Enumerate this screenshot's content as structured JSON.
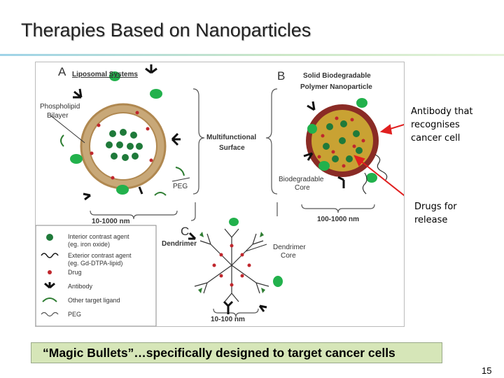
{
  "slide": {
    "title": "Therapies Based on Nanoparticles",
    "page_number": "15"
  },
  "figure": {
    "panel_a": {
      "letter": "A",
      "heading": "Liposomal Systems",
      "phospholipid": "Phospholipid",
      "bilayer": "Bilayer",
      "peg": "PEG",
      "size": "10-1000 nm"
    },
    "center": {
      "line1": "Multifunctional",
      "line2": "Surface"
    },
    "panel_b": {
      "letter": "B",
      "heading1": "Solid Biodegradable",
      "heading2": "Polymer Nanoparticle",
      "core1": "Biodegradable",
      "core2": "Core",
      "size": "100-1000 nm"
    },
    "panel_c": {
      "letter": "C",
      "heading": "Dendrimer",
      "core1": "Dendrimer",
      "core2": "Core",
      "size": "10-100 nm"
    },
    "legend": [
      {
        "icon": "green-dot-icon",
        "line1": "Interior contrast agent",
        "line2": "(eg. iron oxide)"
      },
      {
        "icon": "squiggle-icon",
        "line1": "Exterior contrast agent",
        "line2": "(eg. Gd-DTPA-lipid)"
      },
      {
        "icon": "red-dot-icon",
        "line1": "Drug",
        "line2": ""
      },
      {
        "icon": "antibody-icon",
        "line1": "Antibody",
        "line2": ""
      },
      {
        "icon": "target-ligand-icon",
        "line1": "Other target ligand",
        "line2": ""
      },
      {
        "icon": "peg-icon",
        "line1": "PEG",
        "line2": ""
      }
    ]
  },
  "callouts": {
    "antibody": [
      "Antibody that",
      "recognises",
      "cancer cell"
    ],
    "drugs": [
      "Drugs for",
      "release"
    ]
  },
  "banner": "“Magic Bullets”…specifically designed to target cancer cells",
  "colors": {
    "arrow": "#e02020",
    "banner_bg": "#d6e6b8",
    "green": "#1fb84a",
    "drug": "#c0272d"
  }
}
